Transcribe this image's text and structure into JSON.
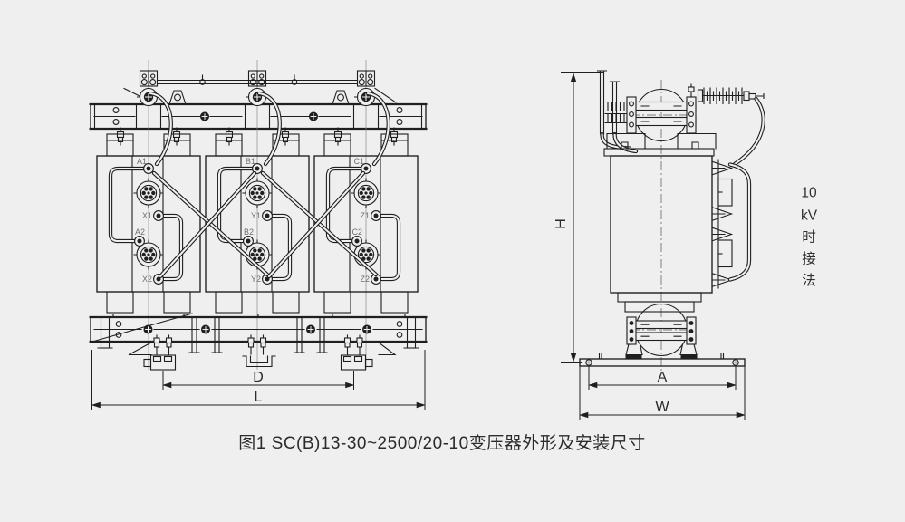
{
  "colors": {
    "background": "#efeff0",
    "line": "#1f1f1f"
  },
  "front_view": {
    "phases": [
      {
        "top_terminal": "A1",
        "tap_upper": "X1",
        "mid_terminal": "A2",
        "tap_lower": "X2"
      },
      {
        "top_terminal": "B1",
        "tap_upper": "Y1",
        "mid_terminal": "B2",
        "tap_lower": "Y2"
      },
      {
        "top_terminal": "C1",
        "tap_upper": "Z1",
        "mid_terminal": "C2",
        "tap_lower": "Z2"
      }
    ],
    "dims": {
      "roller_span": "D",
      "overall_length": "L"
    }
  },
  "side_view": {
    "dims": {
      "height": "H",
      "bolt_span": "A",
      "base_width": "W"
    }
  },
  "note": {
    "lines": [
      "10",
      "kV",
      "时",
      "接",
      "法"
    ]
  },
  "caption": "图1 SC(B)13-30~2500/20-10变压器外形及安装尺寸"
}
